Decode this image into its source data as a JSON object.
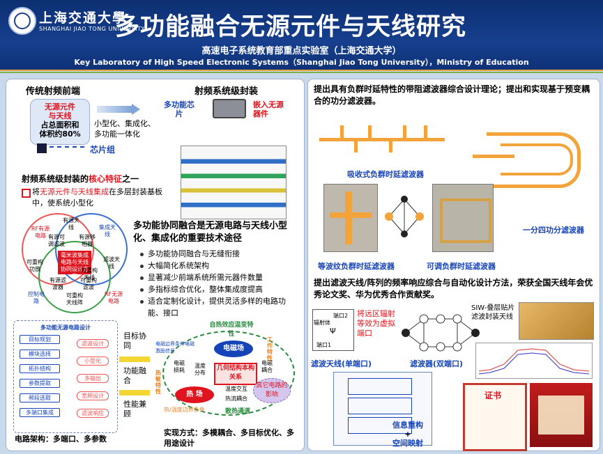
{
  "header": {
    "logo_cn": "上海交通大學",
    "logo_en": "SHANGHAI JIAO TONG UNIVERSITY",
    "title": "多功能融合无源元件与天线研究",
    "subtitle_cn": "高速电子系统教育部重点实验室（上海交通大学）",
    "subtitle_en": "Key Laboratory of High Speed Electronic Systems（Shanghai Jiao Tong University），Ministry of Education"
  },
  "left": {
    "rf_front_title": "传统射频前端",
    "rf_box_line1": "无源元件",
    "rf_box_line2": "与天线",
    "rf_box_line3": "占总面积和",
    "rf_box_line4": "体积约80%",
    "chip_group": "芯片组",
    "trend_text": "小型化、集成化、多功能一体化",
    "sip_title": "射频系统级封装",
    "multi_chip": "多功能芯片",
    "embedded": "嵌入无源器件",
    "core_feature_pre": "射频系统级封装的",
    "core_feature_red": "核心特征",
    "core_feature_post": "之一",
    "point_pre": "将",
    "point_red": "无源元件与天线集成",
    "point_post": "在多层封装基板中，使系统小型化",
    "venn": {
      "c1": "RF有源电路",
      "c2": "有源天线",
      "c3": "集成天线",
      "c4": "可重构功放",
      "c5": "滤波天线",
      "c6": "控制电路",
      "c7": "RF无源电路",
      "i1": "有源可调滤波",
      "i2": "有源移相器",
      "i3": "可重构天线",
      "i4": "有源滤波器",
      "i5": "可重构滤波",
      "i6": "可重构天线阵",
      "center": "毫米波集成电路与天线协同设计方案"
    },
    "fusion_title": "多功能协同融合是无源电路与天线小型化、集成化的重要技术途径",
    "bullets": [
      "多功能协同融合与无缝衔接",
      "大幅简化系统架构",
      "显著减少前端系统所需元器件数量",
      "多指标综合优化，整体集成度提高",
      "适合定制化设计，提供灵活多样的电路功能、接口"
    ],
    "flow_title": "多功能无源电路设计",
    "flow_left": [
      "目标规划",
      "模块选择",
      "拓扑结构",
      "参数提取",
      "频段选取",
      "多端口集成"
    ],
    "flow_right": [
      "滤波设计",
      "小型化",
      "多输出",
      "宽频设计",
      "滤波响应"
    ],
    "goal1": "目标协同",
    "goal2": "功能融合",
    "goal3": "性能兼顾",
    "circuit_arch": "电路架构：多端口、多参数",
    "physics": {
      "top": "自热效应温变特性",
      "em": "电磁场",
      "thermal": "热 场",
      "geom": "几何结构本构关系",
      "other": "其它电路的影响",
      "em_bc": "电磁边界条件电磁激励信号",
      "em_loss": "电磁损耗",
      "temp_dist": "温度分布",
      "em_couple": "电磁耦合",
      "temp_inter": "温度交互",
      "thermal_couple": "热流耦合",
      "thermal_sens": "热敏特性",
      "work_char": "工作特性",
      "bc_thermal": "热/温度边界条件",
      "heat_channel": "散热通道"
    },
    "impl": "实现方式：多模耦合、多目标优化、多用途设计"
  },
  "right": {
    "theory": "提出具有负群时延特性的带阻滤波器综合设计理论；提出和实现基于预变耦合的功分滤波器。",
    "absorb": "吸收式负群时延滤波器",
    "ripple": "等波纹负群时延滤波器",
    "tunable": "可调负群时延滤波器",
    "splitter": "一分四功分滤波器",
    "method": "提出滤波天线/阵列的频率响应综合与自动化设计方法，荣获全国天线年会优秀论文奖、华为优秀合作贡献奖。",
    "radiator": "辐射体",
    "port2": "端口2",
    "port1": "端口1",
    "far_field": "将远区辐射等效为虚拟端口",
    "filter_ant": "滤波天线(单端口)",
    "filter_dual": "滤波器(双端口)",
    "siw": "SIW-叠层贴片滤波封装天线",
    "info_reconfig": "信息重构",
    "plus": "+",
    "space_map": "空间映射",
    "cert": "证书"
  },
  "colors": {
    "header": "#163f8d",
    "accent_red": "#e0141e",
    "accent_blue": "#1644b8",
    "orange": "#f2a33a",
    "green": "#2a8a3e"
  }
}
